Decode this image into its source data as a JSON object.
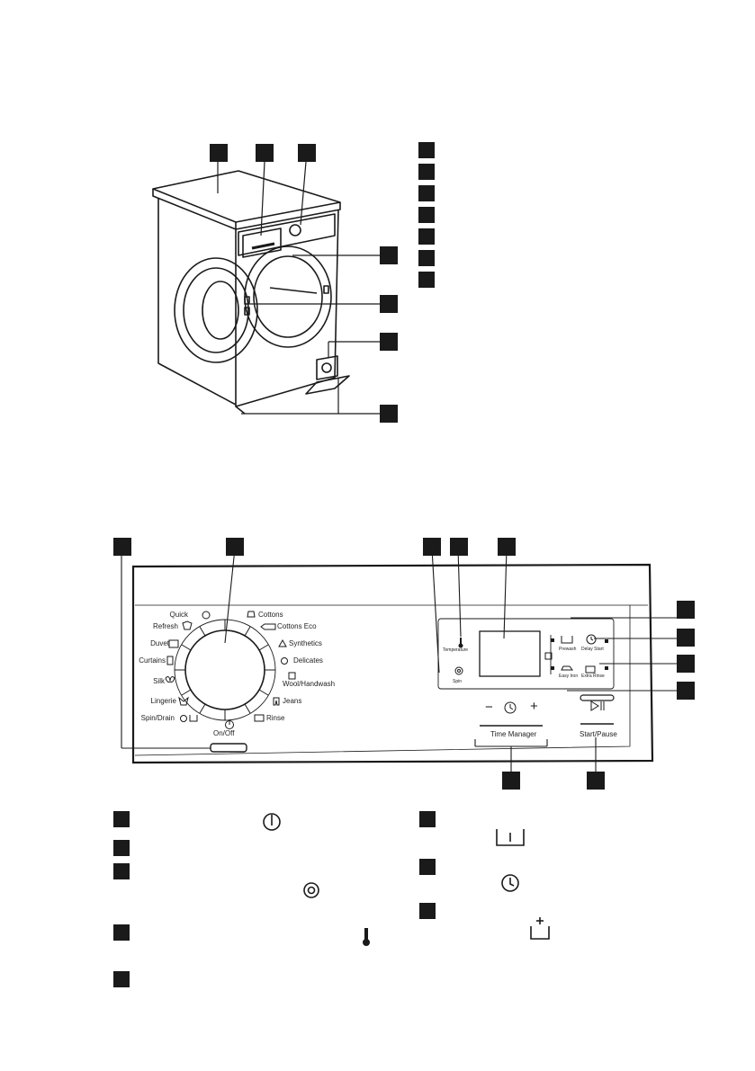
{
  "colors": {
    "ink": "#1a1a1a",
    "paper": "#ffffff"
  },
  "programmes": {
    "left": [
      "Quick",
      "Refresh",
      "Duvet",
      "Curtains",
      "Silk",
      "Lingerie",
      "Spin/Drain"
    ],
    "right": [
      "Cottons",
      "Cottons Eco",
      "Synthetics",
      "Delicates",
      "Wool/Handwash",
      "Jeans",
      "Rinse"
    ]
  },
  "panel": {
    "on_off": "On/Off",
    "temperature": "Temperature",
    "spin": "Spin",
    "prewash": "Prewash",
    "delay_start": "Delay Start",
    "easy_iron": "Easy Iron",
    "extra_rinse": "Extra Rinse",
    "time_minus": "−",
    "time_plus": "+",
    "time_manager": "Time Manager",
    "start_pause": "Start/Pause"
  },
  "icons": {
    "power": "power-icon",
    "spin": "spin-spiral-icon",
    "temperature": "thermometer-icon",
    "prewash": "prewash-tub-icon",
    "delay": "delay-clock-icon",
    "extra_rinse": "extra-rinse-icon"
  }
}
